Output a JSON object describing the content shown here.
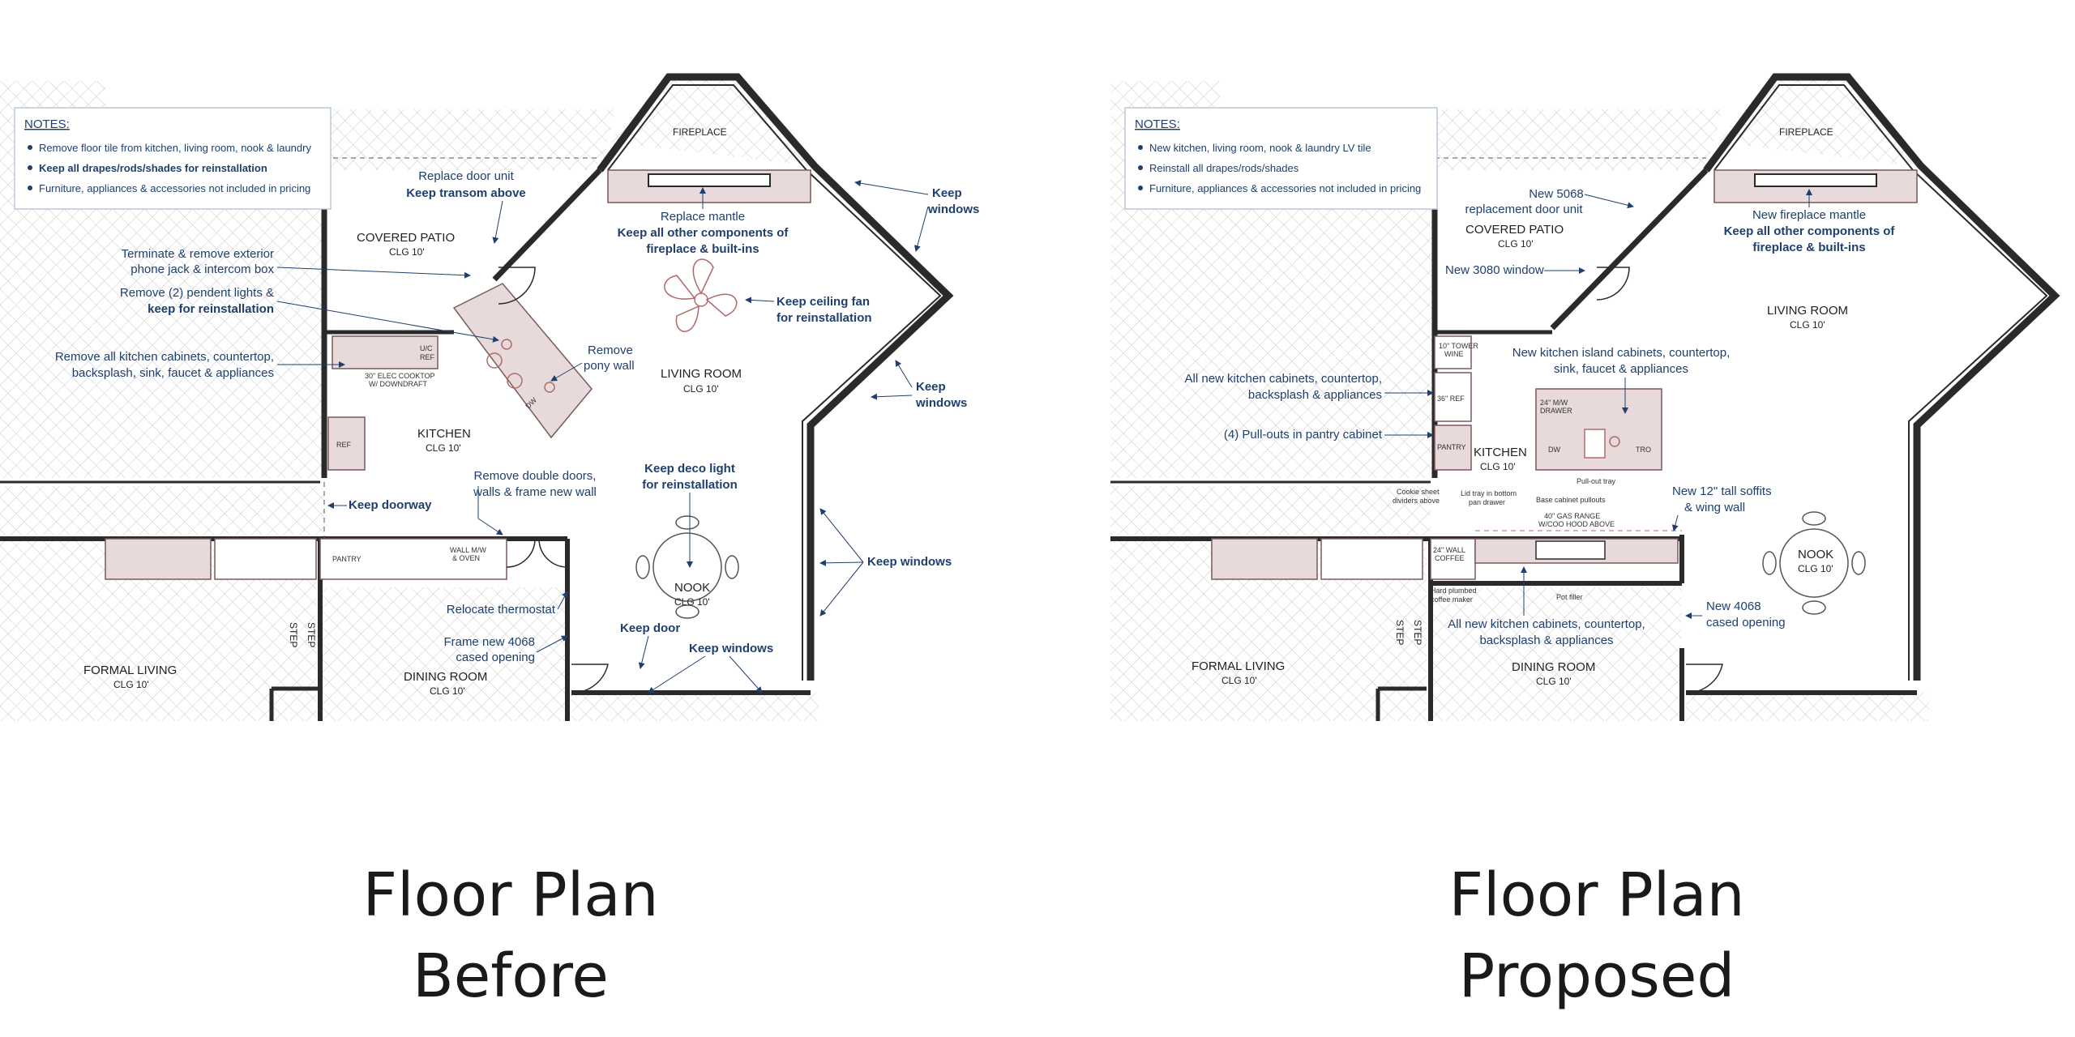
{
  "captions": {
    "before": [
      "Floor Plan",
      "Before"
    ],
    "proposed": [
      "Floor Plan",
      "Proposed"
    ]
  },
  "colors": {
    "annotation": "#1f3f6e",
    "wall": "#2a2a2a",
    "hatch": "#c9c9c9",
    "cabinet": "#e8dada",
    "fixture": "#b06a6a",
    "caption": "#1a1a1a"
  },
  "before": {
    "notes_title": "NOTES:",
    "notes": [
      "Remove floor tile from kitchen, living room, nook & laundry",
      "Keep all drapes/rods/shades for reinstallation",
      "Furniture, appliances & accessories not included in pricing"
    ],
    "rooms": {
      "fireplace": "FIREPLACE",
      "covered_patio": "COVERED PATIO",
      "covered_patio_clg": "CLG 10'",
      "living_room": "LIVING ROOM",
      "living_room_clg": "CLG 10'",
      "kitchen": "KITCHEN",
      "kitchen_clg": "CLG 10'",
      "nook": "NOOK",
      "nook_clg": "CLG 10'",
      "formal_living": "FORMAL LIVING",
      "formal_living_clg": "CLG 10'",
      "dining_room": "DINING ROOM",
      "dining_room_clg": "CLG 10'",
      "step": "STEP"
    },
    "fixtures": {
      "uc_ref": [
        "U/C",
        "REF"
      ],
      "cooktop": [
        "30\" ELEC COOKTOP",
        "W/ DOWNDRAFT"
      ],
      "dw": "DW",
      "ref": "REF",
      "pantry": "PANTRY",
      "wall_oven": [
        "WALL M/W",
        "& OVEN"
      ]
    },
    "annotations": {
      "replace_door": [
        "Replace door unit",
        "Keep transom above"
      ],
      "replace_mantle": [
        "Replace mantle",
        "Keep all other components of",
        "fireplace & built-ins"
      ],
      "keep_windows_1": [
        "Keep",
        "windows"
      ],
      "keep_windows_2": [
        "Keep",
        "windows"
      ],
      "keep_windows_3": "Keep windows",
      "keep_windows_4": "Keep windows",
      "terminate": [
        "Terminate & remove exterior",
        "phone jack & intercom box"
      ],
      "pendent": [
        "Remove (2) pendent lights &",
        "keep for reinstallation"
      ],
      "remove_cabinets": [
        "Remove all kitchen cabinets, countertop,",
        "backsplash, sink, faucet & appliances"
      ],
      "pony_wall": [
        "Remove",
        "pony wall"
      ],
      "ceiling_fan": [
        "Keep ceiling fan",
        "for reinstallation"
      ],
      "deco_light": [
        "Keep deco light",
        "for reinstallation"
      ],
      "double_doors": [
        "Remove double doors,",
        "walls & frame new wall"
      ],
      "keep_doorway": "Keep doorway",
      "thermostat": "Relocate thermostat",
      "frame_4068": [
        "Frame new 4068",
        "cased opening"
      ],
      "keep_door": "Keep door"
    }
  },
  "proposed": {
    "notes_title": "NOTES:",
    "notes": [
      "New kitchen, living room, nook & laundry LV tile",
      "Reinstall all drapes/rods/shades",
      "Furniture, appliances & accessories not included in pricing"
    ],
    "rooms": {
      "fireplace": "FIREPLACE",
      "covered_patio": "COVERED PATIO",
      "covered_patio_clg": "CLG 10'",
      "living_room": "LIVING ROOM",
      "living_room_clg": "CLG 10'",
      "kitchen": "KITCHEN",
      "kitchen_clg": "CLG 10'",
      "nook": "NOOK",
      "nook_clg": "CLG 10'",
      "formal_living": "FORMAL LIVING",
      "formal_living_clg": "CLG 10'",
      "dining_room": "DINING ROOM",
      "dining_room_clg": "CLG 10'",
      "step": "STEP"
    },
    "fixtures": {
      "tower_wine": [
        "10\" TOWER",
        "WINE"
      ],
      "ref36": "36\" REF",
      "pantry": "PANTRY",
      "drawer": [
        "24\" M/W",
        "DRAWER"
      ],
      "dw": "DW",
      "tro": "TRO",
      "wall_coffee": [
        "24\" WALL",
        "COFFEE"
      ],
      "gas_range": [
        "40\" GAS RANGE",
        "W/COO HOOD ABOVE"
      ]
    },
    "annotations": {
      "door_5068": [
        "New 5068",
        "replacement door unit"
      ],
      "window_3080": "New 3080 window",
      "fireplace_mantle": [
        "New fireplace mantle",
        "Keep all other components of",
        "fireplace & built-ins"
      ],
      "island": [
        "New kitchen island cabinets, countertop,",
        "sink, faucet & appliances"
      ],
      "new_cabinets": [
        "All new kitchen cabinets, countertop,",
        "backsplash & appliances"
      ],
      "pullouts": "(4) Pull-outs in pantry cabinet",
      "pullout_tray": "Pull-out tray",
      "cookie_sheet": [
        "Cookie sheet",
        "dividers above"
      ],
      "lid_tray": [
        "Lid tray in bottom",
        "pan drawer"
      ],
      "base_pullouts": "Base cabinet pullouts",
      "soffits": [
        "New 12\" tall soffits",
        "& wing wall"
      ],
      "coffee_maker": [
        "Hard plumbed",
        "coffee maker"
      ],
      "pot_filler": "Pot filler",
      "new_cabinets_2": [
        "All new kitchen cabinets, countertop,",
        "backsplash & appliances"
      ],
      "opening_4068": [
        "New 4068",
        "cased opening"
      ]
    }
  }
}
